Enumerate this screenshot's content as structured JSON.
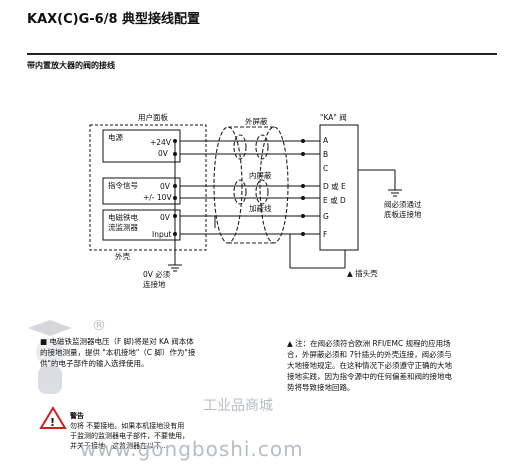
{
  "title": "KAX(C)G-6/8 典型接线配置",
  "subtitle": "带内置放大器的阀的接线",
  "diagram": {
    "user_panel": "用户面板",
    "enclosure": "外壳",
    "power_supply": "电源",
    "plus24v": "+24V",
    "zero_v_a": "0V",
    "command_signal": "指令信号",
    "zero_v_b": "0V",
    "plus_minus_10v": "+/- 10V",
    "sol_monitor_line1": "电磁铁电",
    "sol_monitor_line2": "流监测器",
    "zero_v_c": "0V",
    "input": "Input",
    "outer_shield": "外屏蔽",
    "inner_shield": "内屏蔽",
    "shield_wire": "加蔽线",
    "valve_label": "\"KA\" 阀",
    "pins": [
      "A",
      "B",
      "C",
      "D 或 E",
      "E 或 D",
      "G",
      "F"
    ],
    "ground_note_line1": "0V 必须",
    "ground_note_line2": "连接地",
    "valve_ground_line1": "阀必须通过",
    "valve_ground_line2": "底板连接地",
    "plug_shell": "▲ 插头壳"
  },
  "note_left": "■ 电磁铁监测器电压（F 脚)将是对 KA 阀本体的接地测量，提供 \"本机接地\"（C 脚）作为\"接供\"的电子部件的输入选择使用。",
  "note_right": "▲ 注：在阀必须符合欧洲 RFI/EMC 规程的应用场合，外屏蔽必须和 7针插头的外壳连接，阀必须与大地接地规定。在这种情况下必须遵守正确的大地接地实践，因为指令源中的任何偏差和阀的接地电势将导致接地回路。",
  "warning": {
    "title": "警告",
    "text": "勿将 不要接地。如果本机接地没有用于监测的监测器电子部件，不要使用，并关于接地，这监测器在以下..."
  },
  "watermark": {
    "reg": "®",
    "shop": "工业品商城",
    "url": "www.gongboshi.com"
  },
  "colors": {
    "line": "#111111",
    "shield": "#222222",
    "watermark": "#b8bcc6",
    "warn": "#cc2222"
  }
}
